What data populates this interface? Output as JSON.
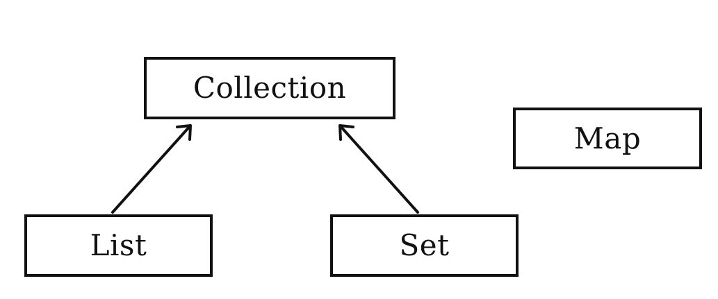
{
  "diagram": {
    "nodes": {
      "collection": {
        "label": "Collection"
      },
      "map": {
        "label": "Map"
      },
      "list": {
        "label": "List"
      },
      "set": {
        "label": "Set"
      }
    },
    "edges": [
      {
        "from": "List",
        "to": "Collection",
        "style": "open-arrow"
      },
      {
        "from": "Set",
        "to": "Collection",
        "style": "open-arrow"
      }
    ]
  },
  "colors": {
    "stroke": "#111111",
    "background": "#ffffff"
  }
}
